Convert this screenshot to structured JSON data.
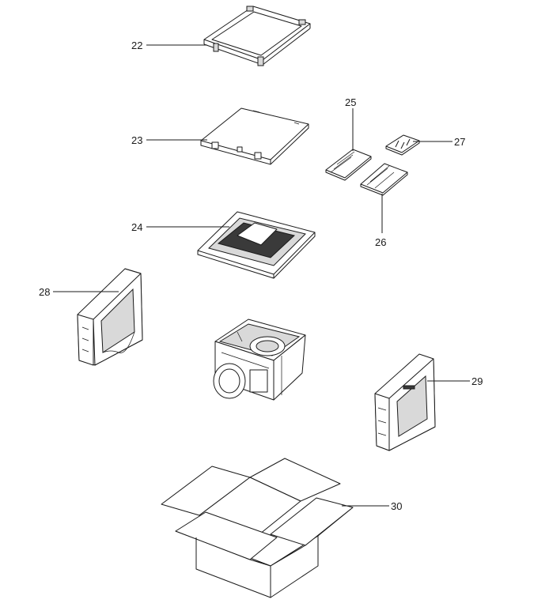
{
  "callouts": [
    {
      "id": "22"
    },
    {
      "id": "23"
    },
    {
      "id": "24"
    },
    {
      "id": "25"
    },
    {
      "id": "26"
    },
    {
      "id": "27"
    },
    {
      "id": "28"
    },
    {
      "id": "29"
    },
    {
      "id": "30"
    }
  ],
  "colors": {
    "ink": "#1a1a1a",
    "fill": "#ffffff",
    "shade": "#d9d9d9",
    "dark": "#3a3a3a"
  }
}
